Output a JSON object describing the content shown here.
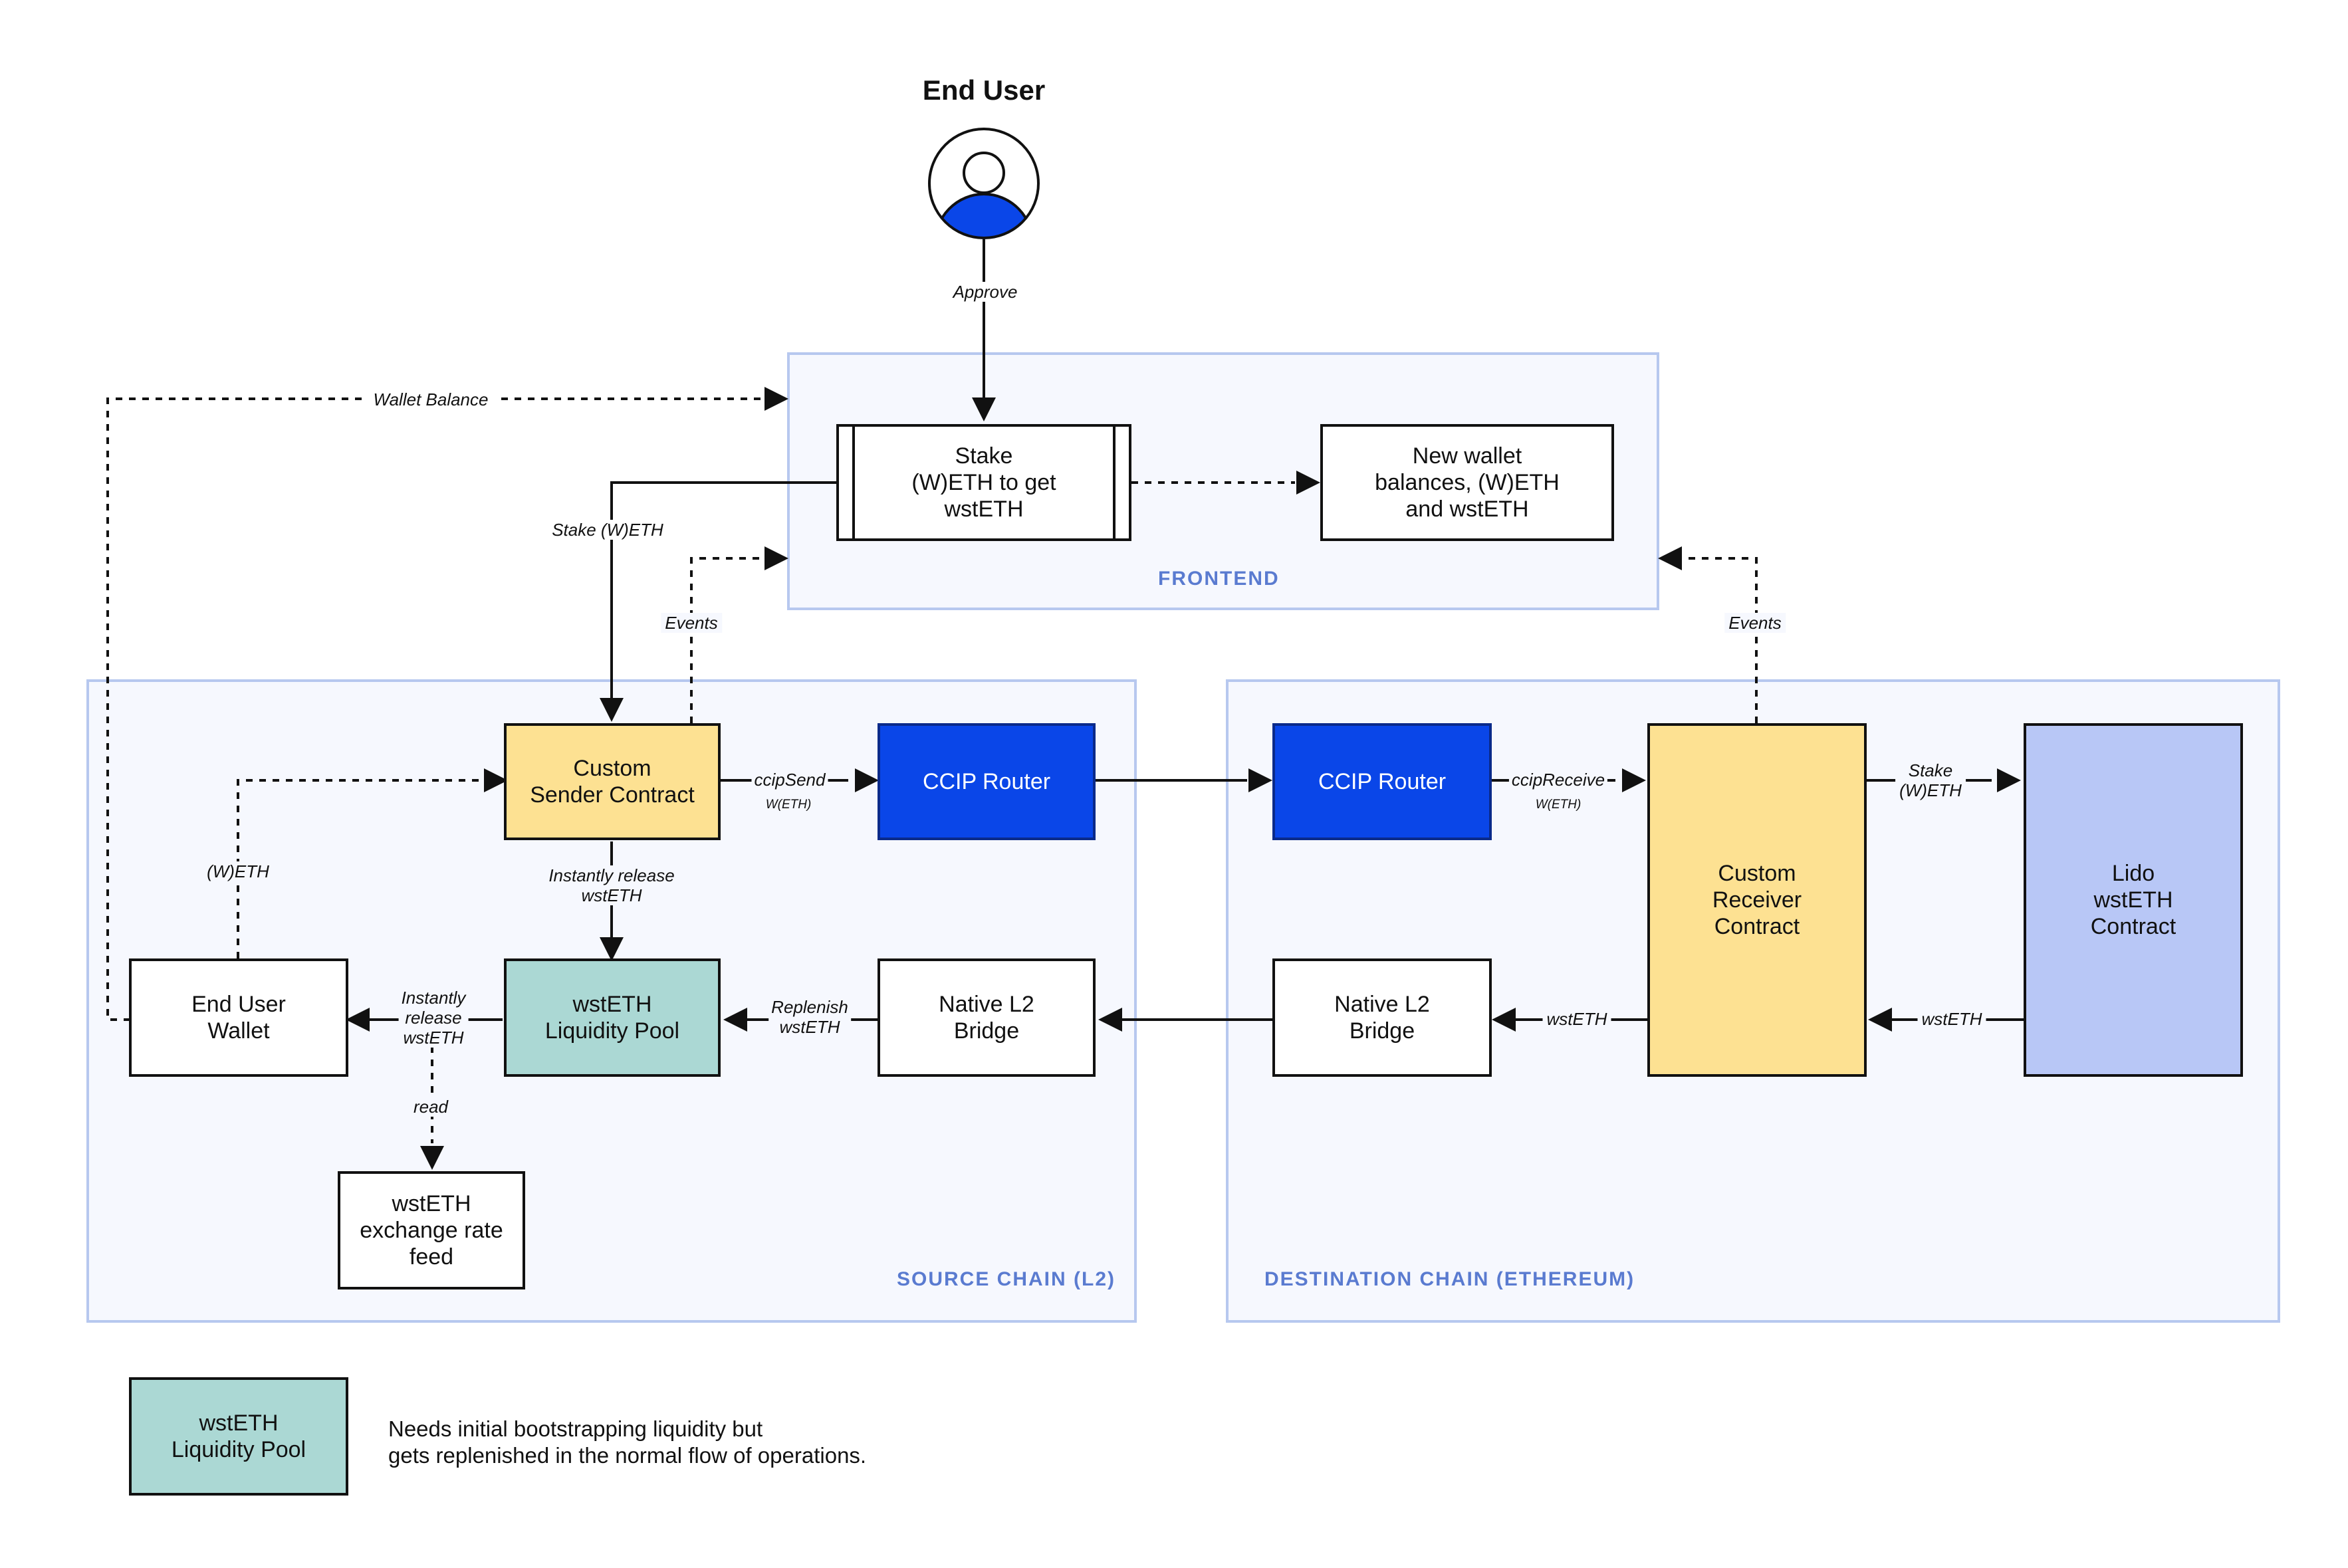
{
  "title": "End User",
  "regions": {
    "frontend": "FRONTEND",
    "source": "SOURCE CHAIN (L2)",
    "destination": "DESTINATION CHAIN (ETHEREUM)"
  },
  "nodes": {
    "stake": "Stake\n(W)ETH to get\nwstETH",
    "new_balances": "New wallet\nbalances, (W)ETH\nand wstETH",
    "sender": "Custom\nSender Contract",
    "router_src": "CCIP Router",
    "router_dst": "CCIP Router",
    "receiver": "Custom\nReceiver\nContract",
    "lido": "Lido\nwstETH\nContract",
    "wallet": "End User\nWallet",
    "pool": "wstETH\nLiquidity Pool",
    "bridge_src": "Native L2\nBridge",
    "bridge_dst": "Native L2\nBridge",
    "feed": "wstETH\nexchange rate\nfeed"
  },
  "edge_labels": {
    "approve": "Approve",
    "wallet_balance": "Wallet Balance",
    "stake_weth": "Stake (W)ETH",
    "events_src": "Events",
    "events_dst": "Events",
    "ccip_send": "ccipSend",
    "ccip_send_sub": "W(ETH)",
    "ccip_receive": "ccipReceive",
    "ccip_receive_sub": "W(ETH)",
    "stake_lido": "Stake\n(W)ETH",
    "weth_wallet": "(W)ETH",
    "instant_release_sender": "Instantly release\nwstETH",
    "instant_release_pool": "Instantly\nrelease\nwstETH",
    "read": "read",
    "replenish": "Replenish\nwstETH",
    "wsteth_bridge": "wstETH",
    "wsteth_lido": "wstETH"
  },
  "legend": {
    "box": "wstETH\nLiquidity Pool",
    "text": "Needs initial bootstrapping liquidity but\ngets replenished in the normal flow of operations."
  },
  "colors": {
    "blue": "#0a46e8",
    "yellow": "#fde192",
    "teal": "#abd8d4",
    "lavender": "#b8c7f6",
    "region_border": "#b7c8ef",
    "region_label": "#5a7bd0"
  }
}
